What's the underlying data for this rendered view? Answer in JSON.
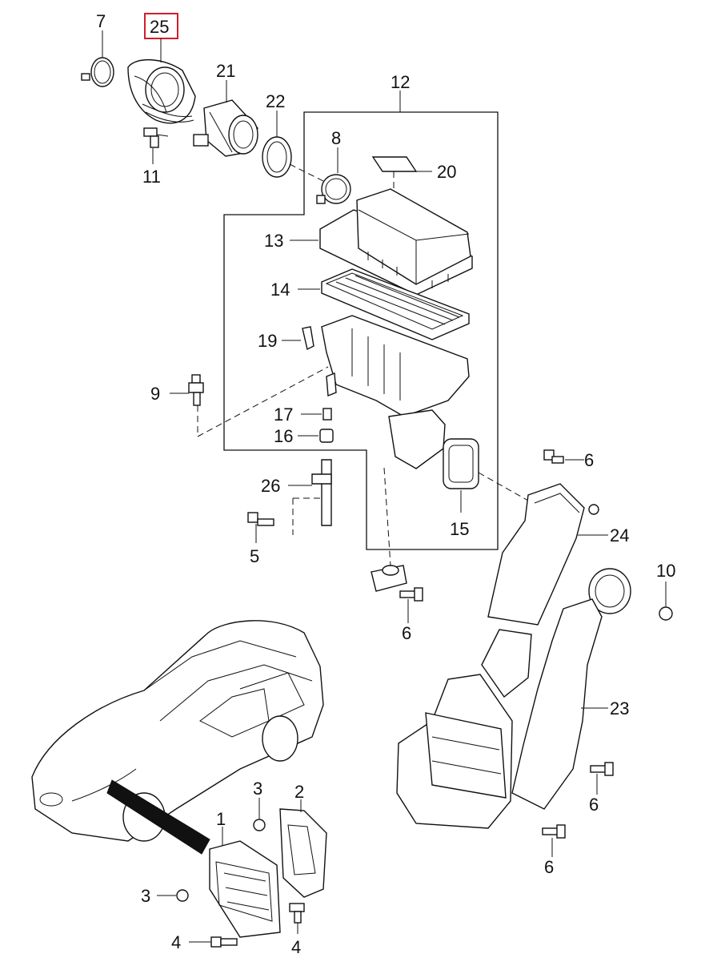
{
  "diagram": {
    "highlight_color": "#d21e2b",
    "callouts": {
      "c1": "1",
      "c2": "2",
      "c3a": "3",
      "c3b": "3",
      "c4a": "4",
      "c4b": "4",
      "c5": "5",
      "c6a": "6",
      "c6b": "6",
      "c6c": "6",
      "c6d": "6",
      "c7": "7",
      "c8": "8",
      "c9": "9",
      "c10": "10",
      "c11": "11",
      "c12": "12",
      "c13": "13",
      "c14": "14",
      "c15": "15",
      "c16": "16",
      "c17": "17",
      "c19": "19",
      "c20": "20",
      "c21": "21",
      "c22": "22",
      "c23": "23",
      "c24": "24",
      "c25": "25",
      "c26": "26"
    }
  }
}
